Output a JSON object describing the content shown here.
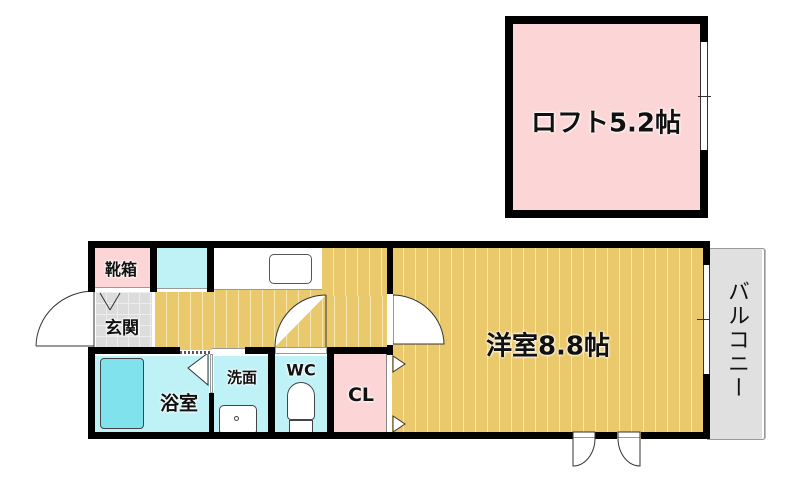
{
  "floorplan": {
    "loft": {
      "label": "ロフト5.2帖"
    },
    "rooms": {
      "western_room": {
        "label": "洋室8.8帖"
      },
      "shoe_box": {
        "label": "靴箱"
      },
      "entrance": {
        "label": "玄関"
      },
      "bathroom": {
        "label": "浴室"
      },
      "washroom": {
        "label": "洗面"
      },
      "toilet": {
        "label": "WC"
      },
      "closet": {
        "label": "CL"
      },
      "balcony": {
        "label": "バルコニー"
      }
    },
    "colors": {
      "wall": "#000000",
      "wood_floor": "#e9c96b",
      "pink_area": "#fcd6d6",
      "water_area": "#bff2f7",
      "balcony": "#e0e0e0",
      "entrance_tile": "#dcdcdc"
    }
  }
}
